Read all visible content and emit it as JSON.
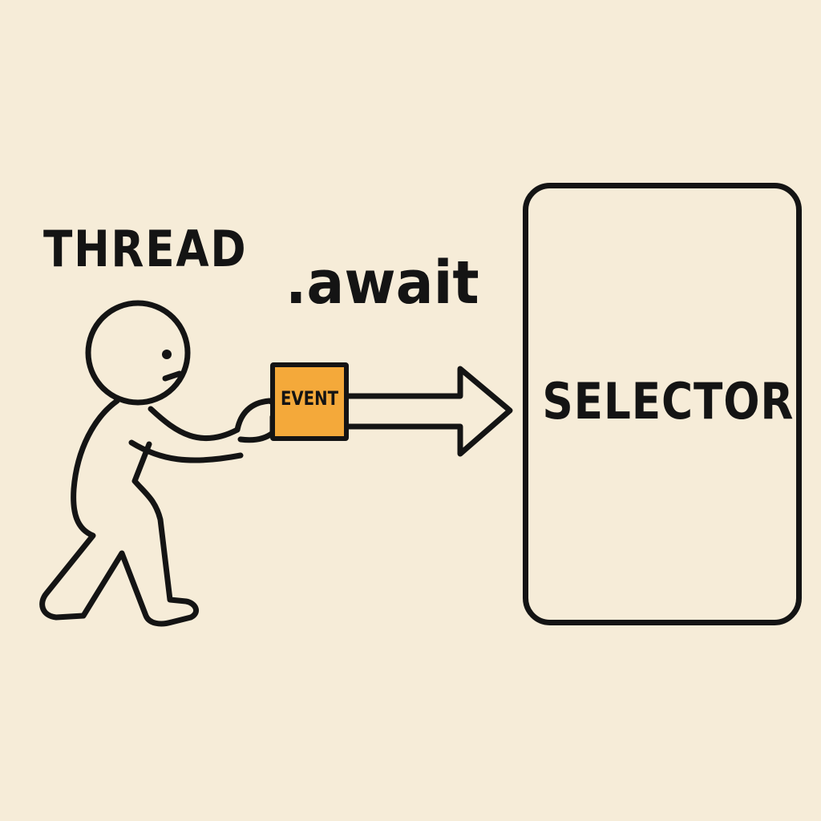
{
  "diagram": {
    "actor_label": "THREAD",
    "action_label": ".await",
    "payload_label": "EVENT",
    "target_label": "SELECTOR"
  },
  "colors": {
    "background": "#f6ecd8",
    "ink": "#141414",
    "event_fill": "#f4a93a"
  },
  "icons": {
    "actor": "stick-figure-icon",
    "flow": "right-arrow-icon"
  }
}
